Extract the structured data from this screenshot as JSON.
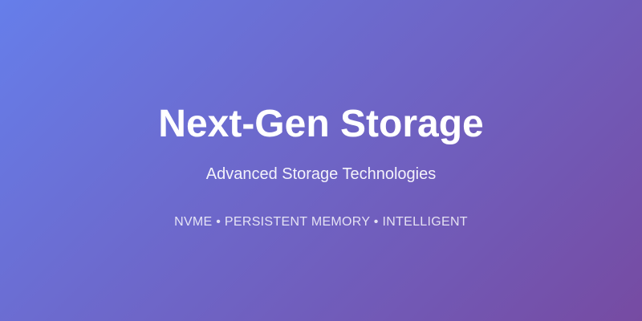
{
  "hero": {
    "title": "Next-Gen Storage",
    "subtitle": "Advanced Storage Technologies",
    "tags_line": "NVME • PERSISTENT MEMORY • INTELLIGENT"
  },
  "colors": {
    "gradient_start": "#667eea",
    "gradient_end": "#764ba2",
    "text": "#ffffff"
  }
}
